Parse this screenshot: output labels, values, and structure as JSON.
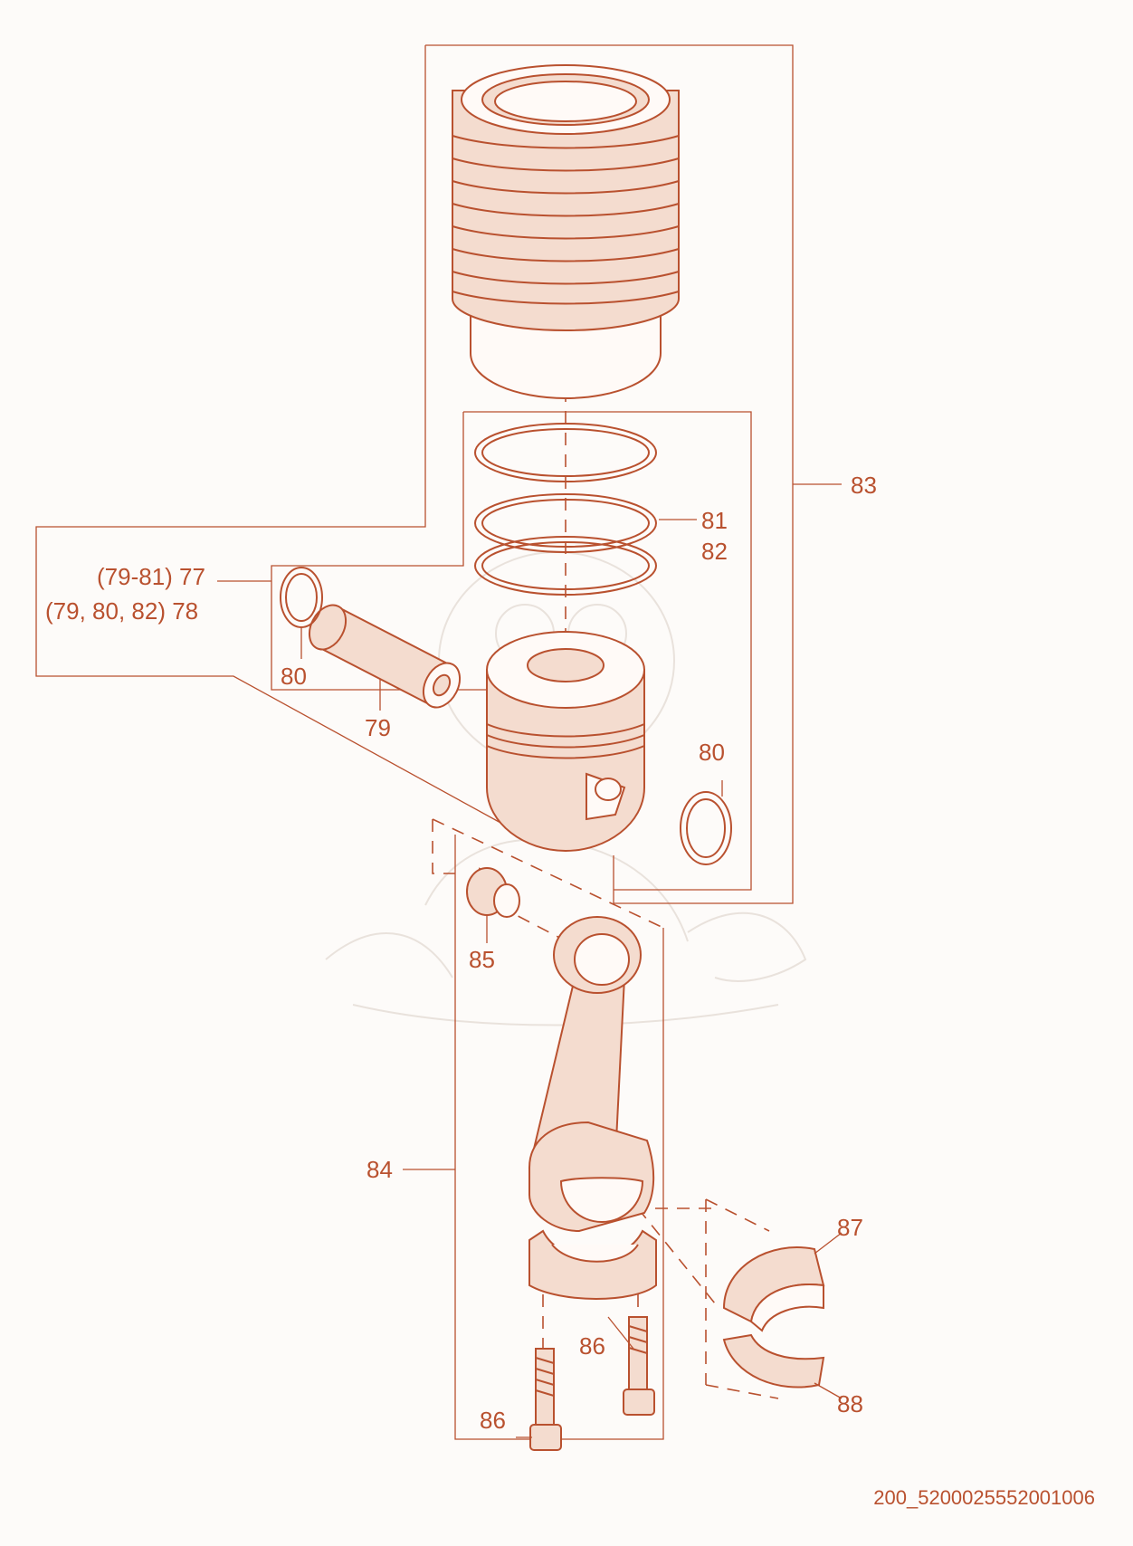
{
  "accent_color": "#b9512f",
  "labels": {
    "l83": "83",
    "l81": "81",
    "l82": "82",
    "l77": "(79-81) 77",
    "l78": "(79, 80, 82) 78",
    "l80a": "80",
    "l79": "79",
    "l80b": "80",
    "l85": "85",
    "l84": "84",
    "l87": "87",
    "l86a": "86",
    "l86b": "86",
    "l88": "88"
  },
  "reference": "200_5200025552001006"
}
